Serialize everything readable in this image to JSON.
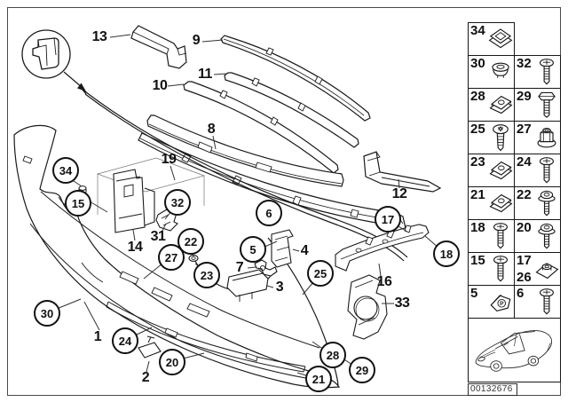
{
  "doc": {
    "drawing_code": "00132676"
  },
  "callouts": {
    "n1": "1",
    "n2": "2",
    "n3": "3",
    "n4": "4",
    "n5": "5",
    "n6": "6",
    "n7": "7",
    "n8": "8",
    "n9": "9",
    "n10": "10",
    "n11": "11",
    "n12": "12",
    "n13": "13",
    "n14": "14",
    "n15": "15",
    "n16": "16",
    "n17": "17",
    "n18": "18",
    "n19": "19",
    "n20": "20",
    "n21": "21",
    "n22": "22",
    "n23": "23",
    "n24": "24",
    "n25": "25",
    "n27": "27",
    "n28": "28",
    "n29": "29",
    "n30": "30",
    "n31": "31",
    "n32": "32",
    "n33": "33",
    "n34": "34"
  },
  "sidebar": {
    "rows": [
      {
        "cells": [
          {
            "label": "34",
            "icon": "square-push-nut"
          }
        ]
      },
      {
        "cells": [
          {
            "label": "30",
            "icon": "grommet"
          },
          {
            "label": "32",
            "icon": "screw"
          }
        ]
      },
      {
        "cells": [
          {
            "label": "28",
            "icon": "clip-nut"
          },
          {
            "label": "29",
            "icon": "hex-bolt"
          }
        ]
      },
      {
        "cells": [
          {
            "label": "25",
            "icon": "torx-screw"
          },
          {
            "label": "27",
            "icon": "flange-nut"
          }
        ]
      },
      {
        "cells": [
          {
            "label": "23",
            "icon": "clip-nut"
          },
          {
            "label": "24",
            "icon": "screw"
          }
        ]
      },
      {
        "cells": [
          {
            "label": "21",
            "icon": "clip-nut"
          },
          {
            "label": "22",
            "icon": "washer-screw"
          }
        ]
      },
      {
        "cells": [
          {
            "label": "18",
            "icon": "screw"
          },
          {
            "label": "20",
            "icon": "washer-screw"
          }
        ]
      },
      {
        "cells": [
          {
            "label": "15",
            "icon": "screw"
          },
          {
            "label": "17",
            "label2": "26",
            "icon": "cage-clip"
          }
        ]
      },
      {
        "cells": [
          {
            "label": "5",
            "icon": "p-clip"
          },
          {
            "label": "6",
            "icon": "screw"
          }
        ]
      }
    ],
    "part_code": "00132676"
  }
}
